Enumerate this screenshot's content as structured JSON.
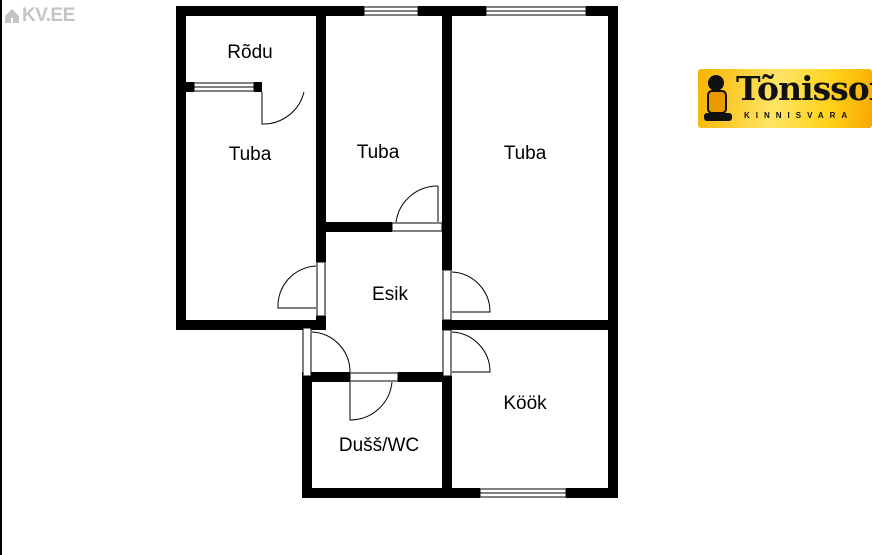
{
  "watermark": {
    "text": "KV.EE"
  },
  "brand": {
    "name": "Tõnisson",
    "subtitle": "KINNISVARA"
  },
  "rooms": {
    "rodu": "Rõdu",
    "tuba_left": "Tuba",
    "tuba_middle": "Tuba",
    "tuba_right": "Tuba",
    "esik": "Esik",
    "dush_wc": "Dušš/WC",
    "kook": "Köök"
  },
  "colors": {
    "wall": "#000000",
    "brand_yellow": "#ffd21a"
  }
}
